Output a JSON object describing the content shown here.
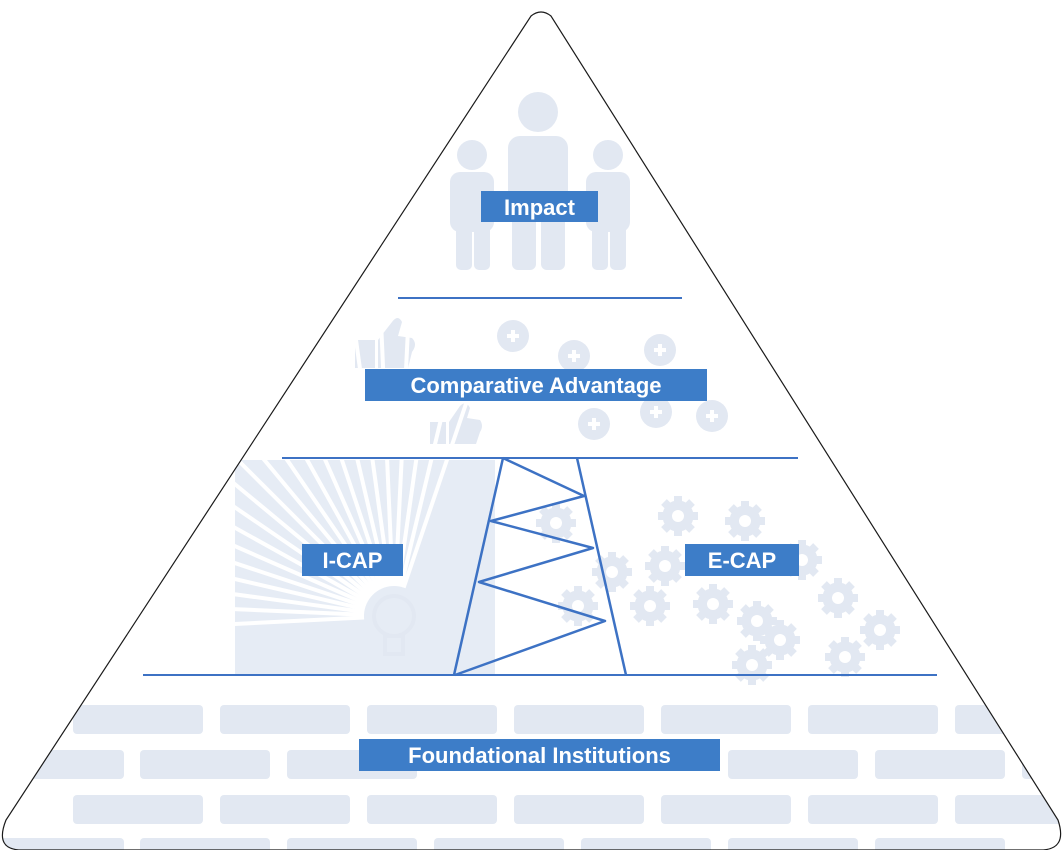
{
  "diagram": {
    "levels": {
      "impact": "Impact",
      "comparative_advantage": "Comparative Advantage",
      "i_cap": "I-CAP",
      "e_cap": "E-CAP",
      "foundational_institutions": "Foundational Institutions"
    },
    "icons": {
      "impact": "people-icon",
      "comparative_advantage": "thumbs-up-plus-icon",
      "i_cap": "lightbulb-icon",
      "e_cap": "gears-icon",
      "foundational_institutions": "brick-wall-icon"
    },
    "colors": {
      "accent": "#3d7dc8",
      "line": "#3d72c4",
      "outline": "#1a1a1a",
      "icon_fill": "#e2e8f2",
      "label_text": "#ffffff"
    }
  }
}
